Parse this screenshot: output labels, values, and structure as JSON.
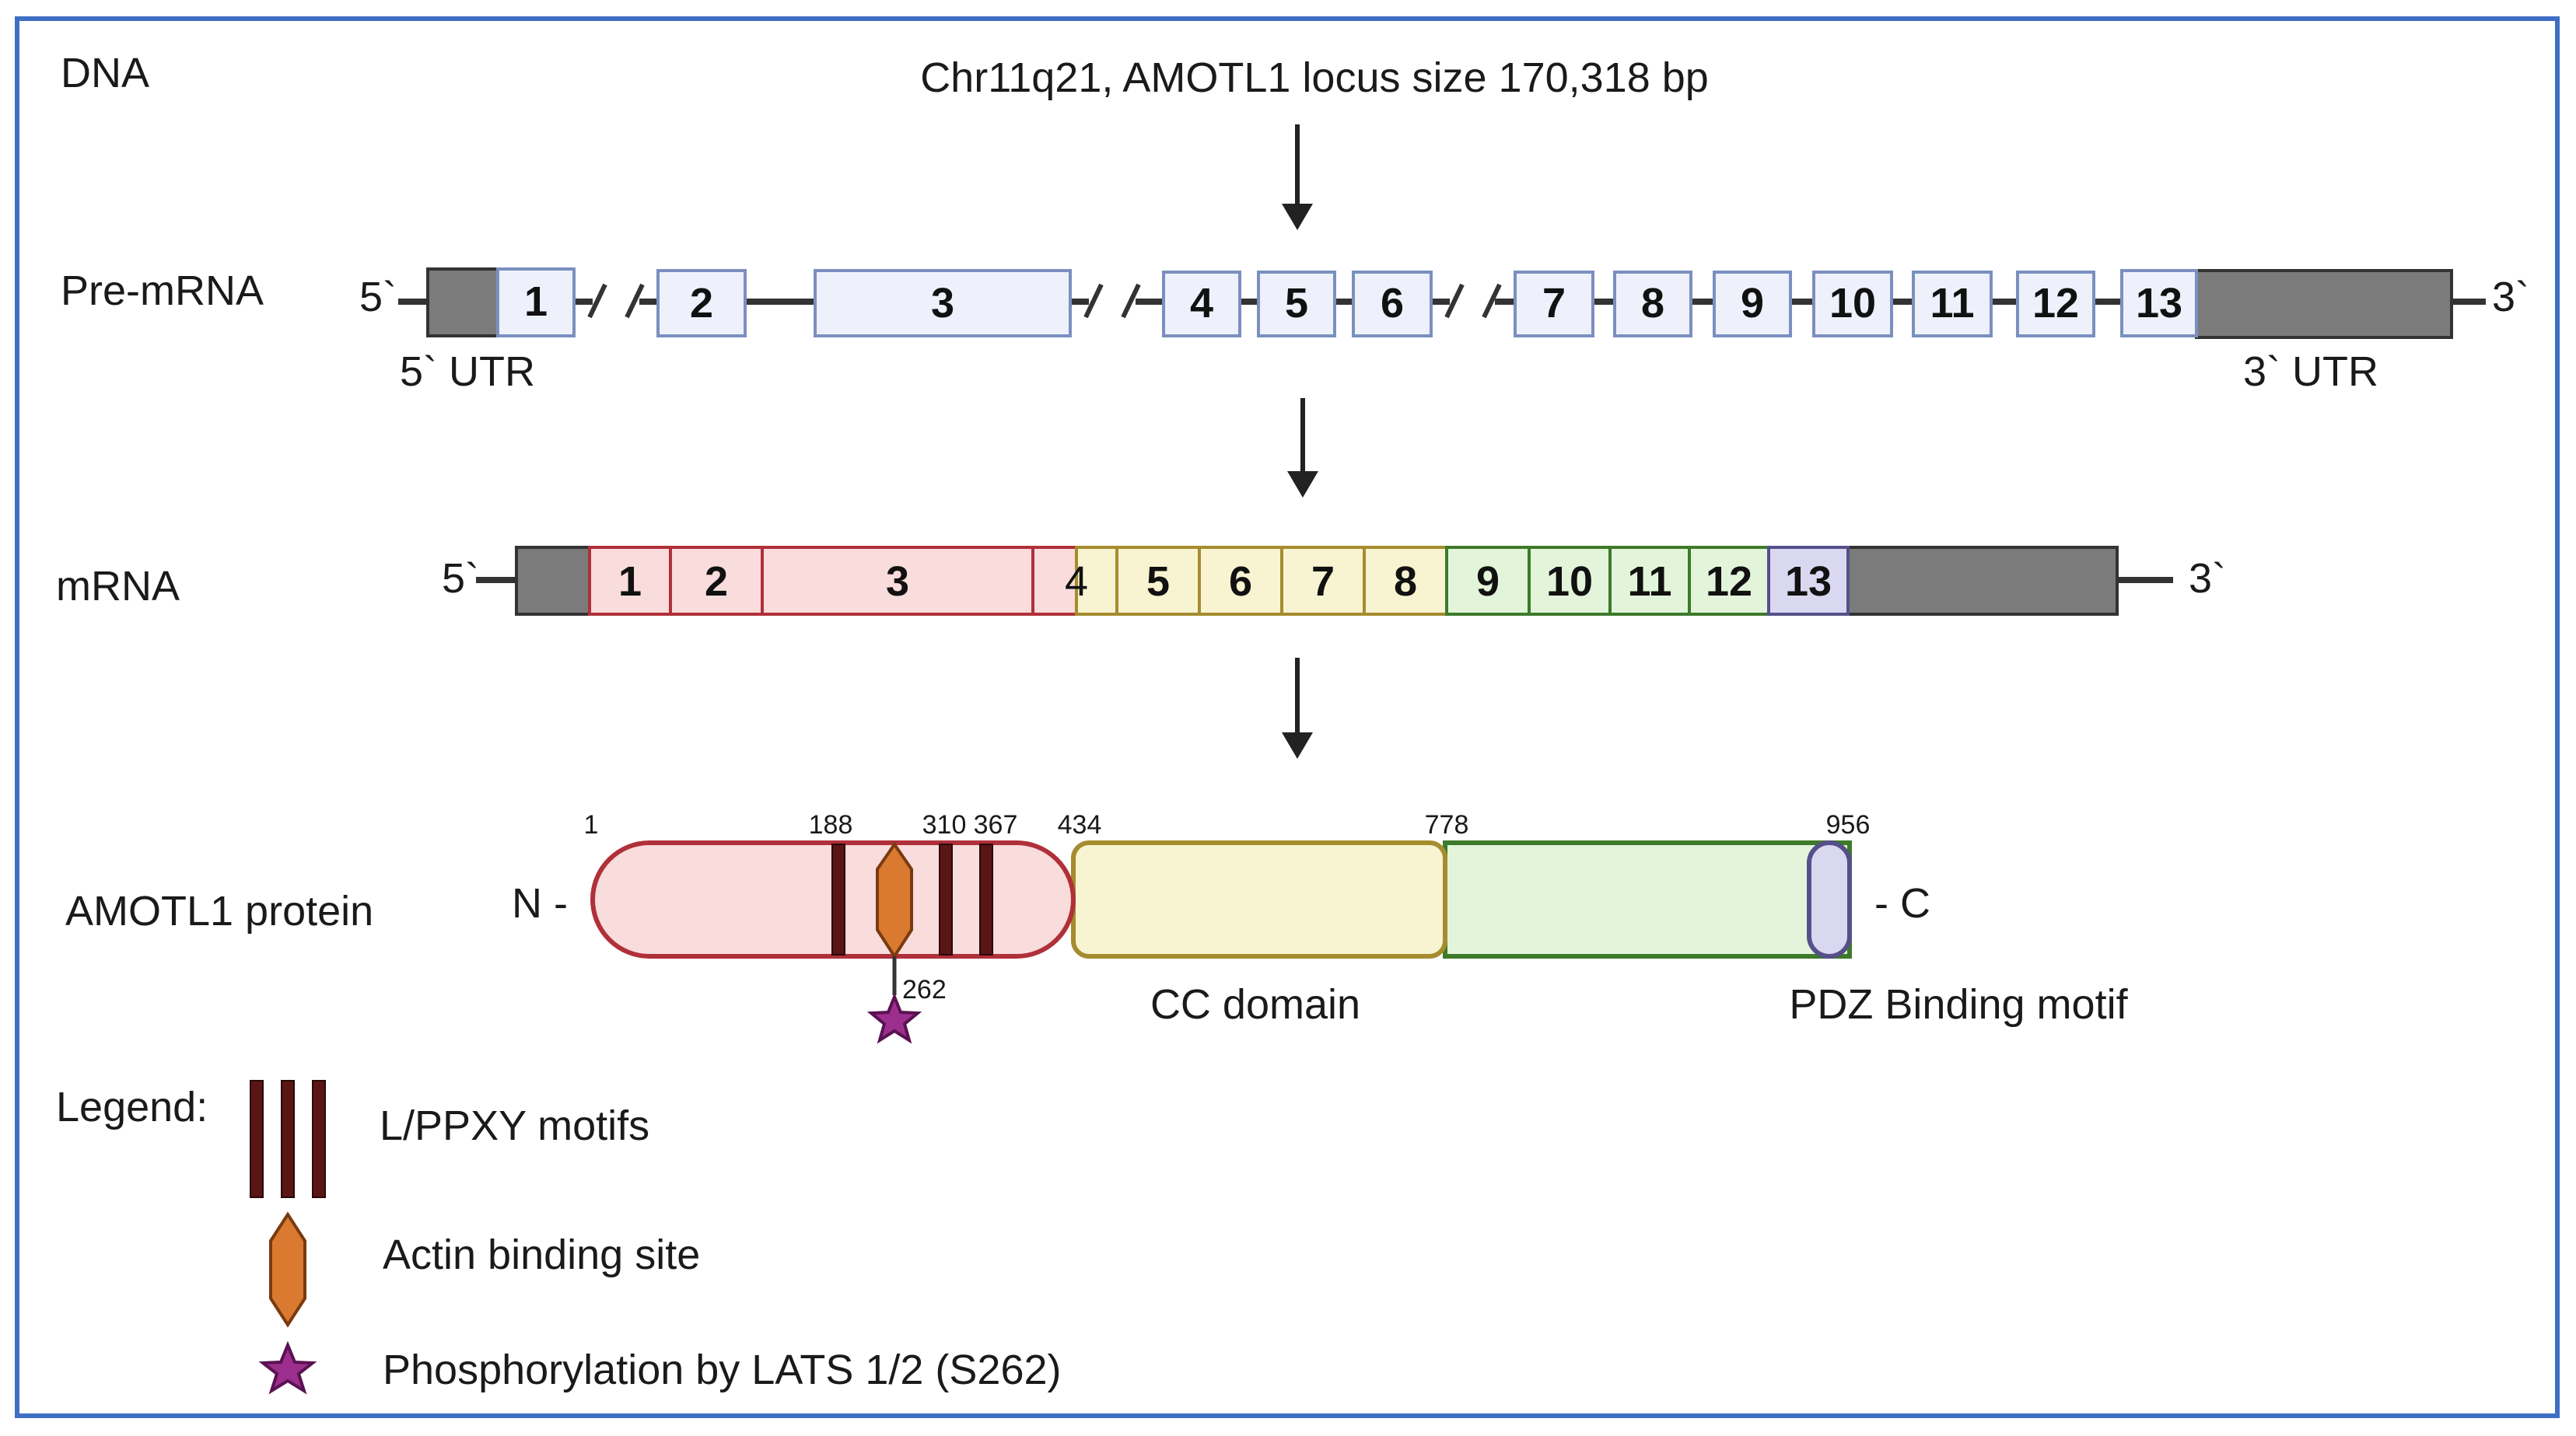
{
  "colors": {
    "frame": "#3f6fc4",
    "line": "#333333",
    "utr": "#7b7b7b",
    "pre_exon_fill": "#eef1fb",
    "pre_exon_stroke": "#7b8fc0",
    "red_fill": "#f9dcdc",
    "red_stroke": "#b0303a",
    "yellow_fill": "#f8f4d2",
    "yellow_stroke": "#a58c2e",
    "green_fill": "#e2f5da",
    "green_stroke": "#3d7a2a",
    "purple_fill": "#dad8f0",
    "purple_stroke": "#55508a",
    "motif": "#5a1515",
    "actin_fill": "#d97a30",
    "actin_stroke": "#7a3a10",
    "star_fill": "#9c2f8e",
    "star_stroke": "#5a1252"
  },
  "dna": {
    "label": "DNA",
    "locus": "Chr11q21, AMOTL1 locus size 170,318 bp"
  },
  "pre_mrna": {
    "label": "Pre-mRNA",
    "five_prime": "5`",
    "three_prime": "3`",
    "utr5_label": "5` UTR",
    "utr3_label": "3` UTR",
    "exons": [
      "1",
      "2",
      "3",
      "4",
      "5",
      "6",
      "7",
      "8",
      "9",
      "10",
      "11",
      "12",
      "13"
    ]
  },
  "mrna": {
    "label": "mRNA",
    "five_prime": "5`",
    "three_prime": "3`",
    "exons": [
      "1",
      "2",
      "3",
      "4",
      "5",
      "6",
      "7",
      "8",
      "9",
      "10",
      "11",
      "12",
      "13"
    ]
  },
  "protein": {
    "label": "AMOTL1 protein",
    "n_term": "N -",
    "c_term": "- C",
    "positions": [
      "1",
      "188",
      "310",
      "367",
      "434",
      "778",
      "956"
    ],
    "phospho_position": "262",
    "cc_domain_label": "CC domain",
    "pdz_label": "PDZ Binding motif"
  },
  "legend": {
    "title": "Legend:",
    "motifs": "L/PPXY motifs",
    "actin": "Actin binding site",
    "phospho": "Phosphorylation by LATS 1/2 (S262)"
  }
}
